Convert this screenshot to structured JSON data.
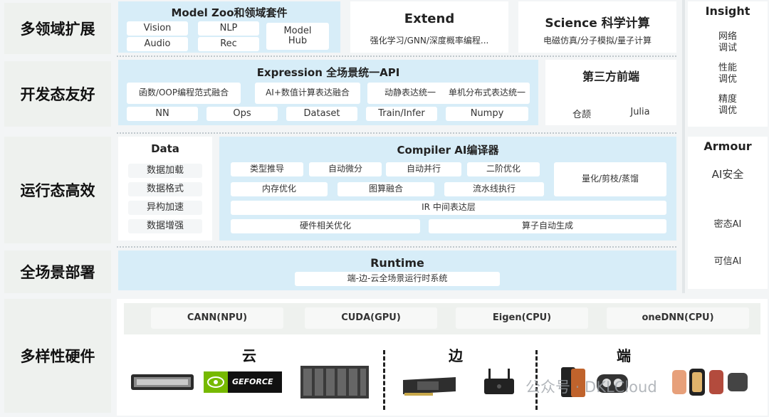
{
  "rows": {
    "multidomain": "多领域扩展",
    "devfriendly": "开发态友好",
    "runtime_eff": "运行态高效",
    "deploy": "全场景部署",
    "hardware": "多样性硬件"
  },
  "model_zoo": {
    "title": "Model Zoo和领域套件",
    "items": [
      "Vision",
      "NLP",
      "Model Hub",
      "Audio",
      "Rec"
    ]
  },
  "extend": {
    "title": "Extend",
    "desc": "强化学习/GNN/深度概率编程..."
  },
  "science": {
    "title": "Science 科学计算",
    "desc": "电磁仿真/分子模拟/量子计算"
  },
  "insight": {
    "title": "Insight",
    "items": [
      "网络调试",
      "性能调优",
      "精度调优"
    ]
  },
  "expression": {
    "title": "Expression 全场景统一API",
    "row1": [
      "函数/OOP编程范式融合",
      "AI+数值计算表达融合",
      "动静表达统一",
      "单机分布式表达统一"
    ],
    "row2": [
      "NN",
      "Ops",
      "Dataset",
      "Train/Infer",
      "Numpy"
    ]
  },
  "third_party": {
    "title": "第三方前端",
    "items": [
      "仓颉",
      "Julia"
    ]
  },
  "data_panel": {
    "title": "Data",
    "items": [
      "数据加载",
      "数据格式",
      "异构加速",
      "数据增强"
    ]
  },
  "compiler": {
    "title": "Compiler AI编译器",
    "row1": [
      "类型推导",
      "自动微分",
      "自动并行",
      "二阶优化"
    ],
    "row2": [
      "内存优化",
      "图算融合",
      "流水线执行"
    ],
    "quant": "量化/剪枝/蒸馏",
    "ir": "IR 中间表达层",
    "row4": [
      "硬件相关优化",
      "算子自动生成"
    ]
  },
  "armour": {
    "title": "Armour",
    "items": [
      "AI安全",
      "密态AI",
      "可信AI"
    ]
  },
  "runtime": {
    "title": "Runtime",
    "desc": "端-边-云全场景运行时系统"
  },
  "backends": [
    "CANN(NPU)",
    "CUDA(GPU)",
    "Eigen(CPU)",
    "oneDNN(CPU)"
  ],
  "hw_groups": [
    "云",
    "边",
    "端"
  ],
  "geforce_label": "GEFORCE",
  "watermark": "公众号 · DKLCloud",
  "colors": {
    "panel": "#d7edf8",
    "label_bg": "#eef1ee",
    "nvidia_green": "#76b900"
  }
}
